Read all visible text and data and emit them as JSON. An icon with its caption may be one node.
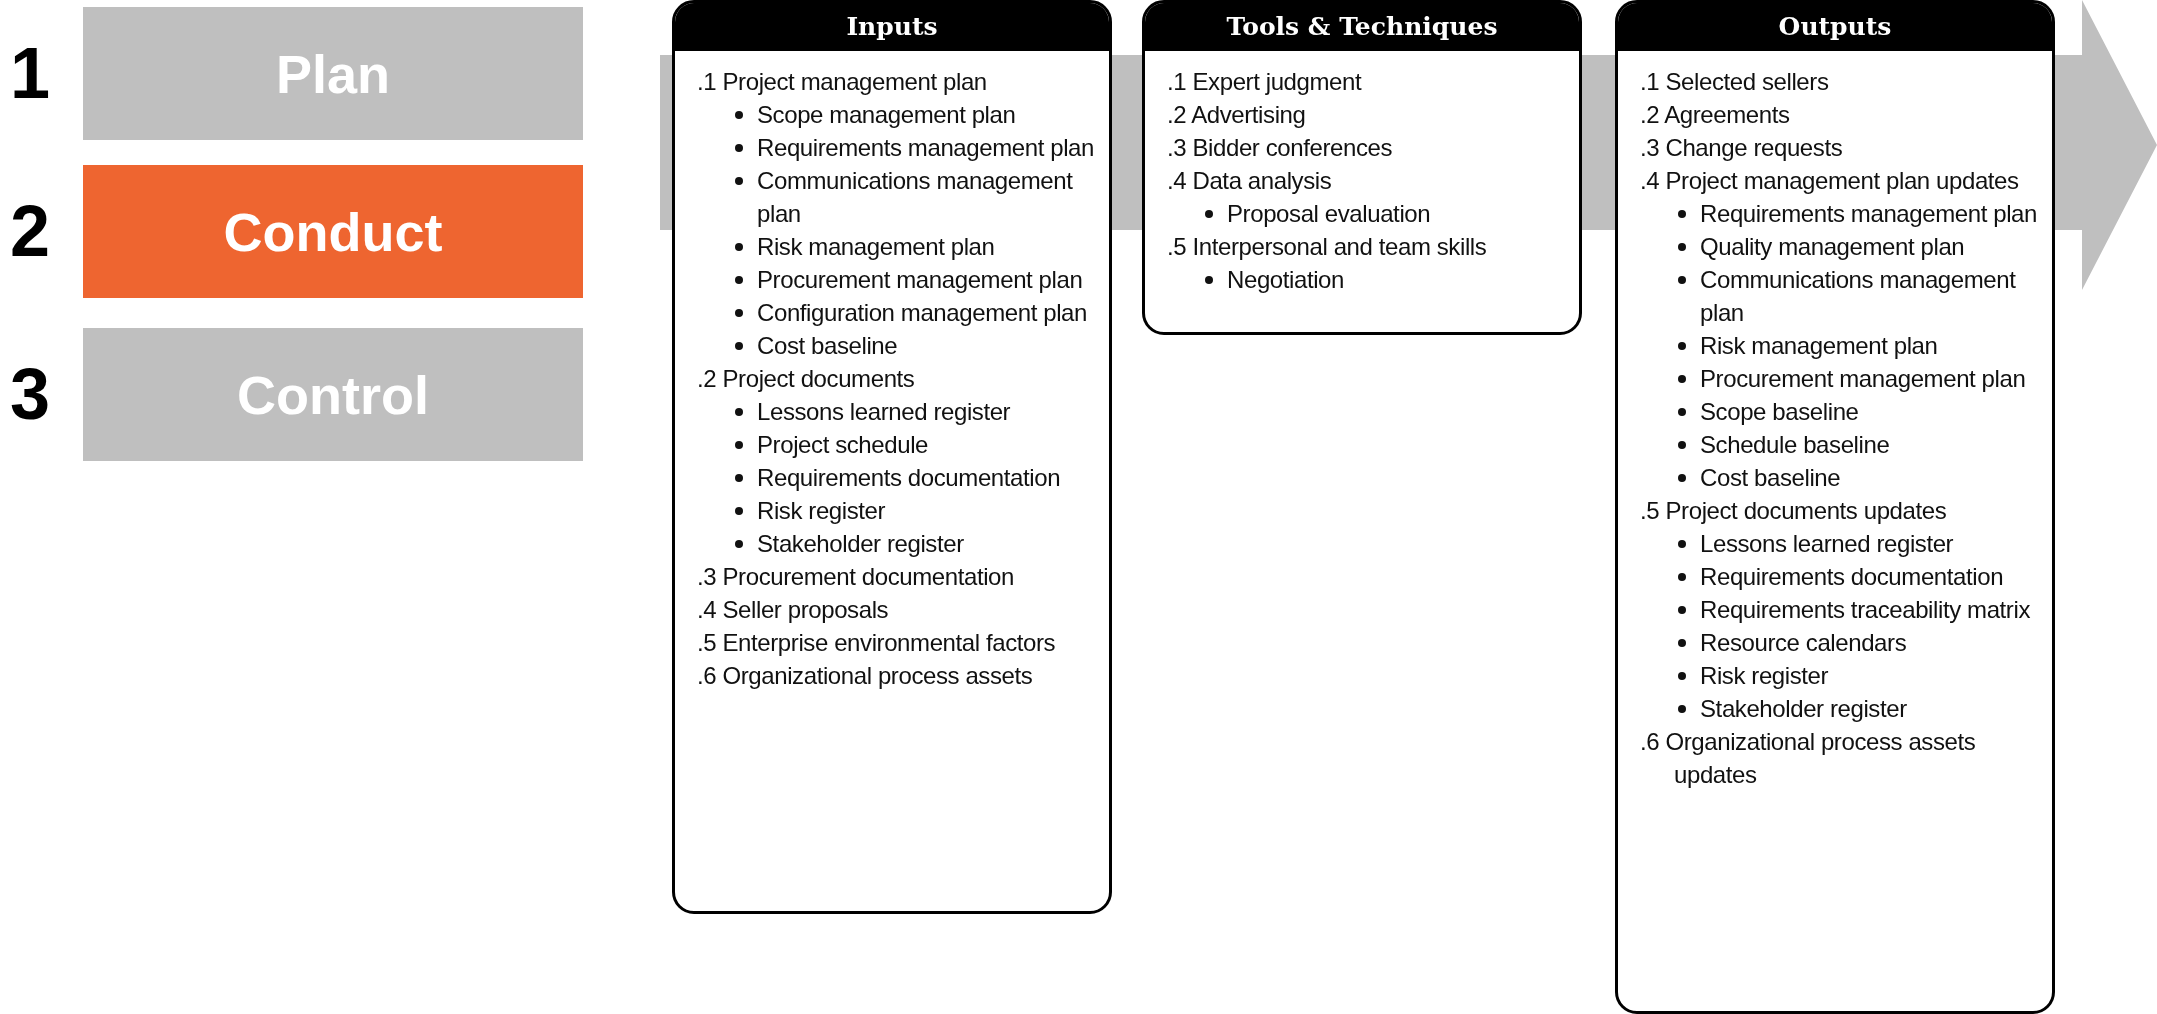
{
  "diagram": {
    "nodes": [
      {
        "text": [
          "Plan"
        ],
        "beside": [
          "1"
        ]
      },
      {
        "text": [
          "Conduct"
        ],
        "beside": [
          "2"
        ]
      },
      {
        "text": [
          "Control"
        ],
        "beside": [
          "3"
        ]
      },
      {
        "text": [
          "Inputs",
          ".1 Project management plan",
          "Scope management plan",
          "Requirements management plan",
          "Communications management plan",
          "Risk management plan",
          "Procurement management plan",
          "Configuration management plan",
          "Cost baseline",
          ".2 Project documents",
          "Lessons learned register",
          "Project schedule",
          "Requirements documentation",
          "Risk register",
          "Stakeholder register",
          ".3 Procurement documentation",
          ".4 Seller proposals",
          ".5 Enterprise environmental factors",
          ".6 Organizational process assets"
        ]
      },
      {
        "text": [
          "Tools & Techniques",
          ".1 Expert judgment",
          ".2 Advertising",
          ".3 Bidder conferences",
          ".4 Data analysis",
          "Proposal evaluation",
          ".5 Interpersonal and team skills",
          "Negotiation"
        ]
      },
      {
        "text": [
          "Outputs",
          ".1 Selected sellers",
          ".2 Agreements",
          ".3 Change requests",
          ".4 Project management plan updates",
          "Requirements management plan",
          "Quality management plan",
          "Communications management plan",
          "Risk management plan",
          "Procurement management plan",
          "Scope baseline",
          "Schedule baseline",
          "Cost baseline",
          ".5 Project documents updates",
          "Lessons learned register",
          "Requirements documentation",
          "Requirements traceability matrix",
          "Resource calendars",
          "Risk register",
          "Stakeholder register",
          ".6 Organizational process assets updates"
        ]
      }
    ],
    "edges": []
  }
}
